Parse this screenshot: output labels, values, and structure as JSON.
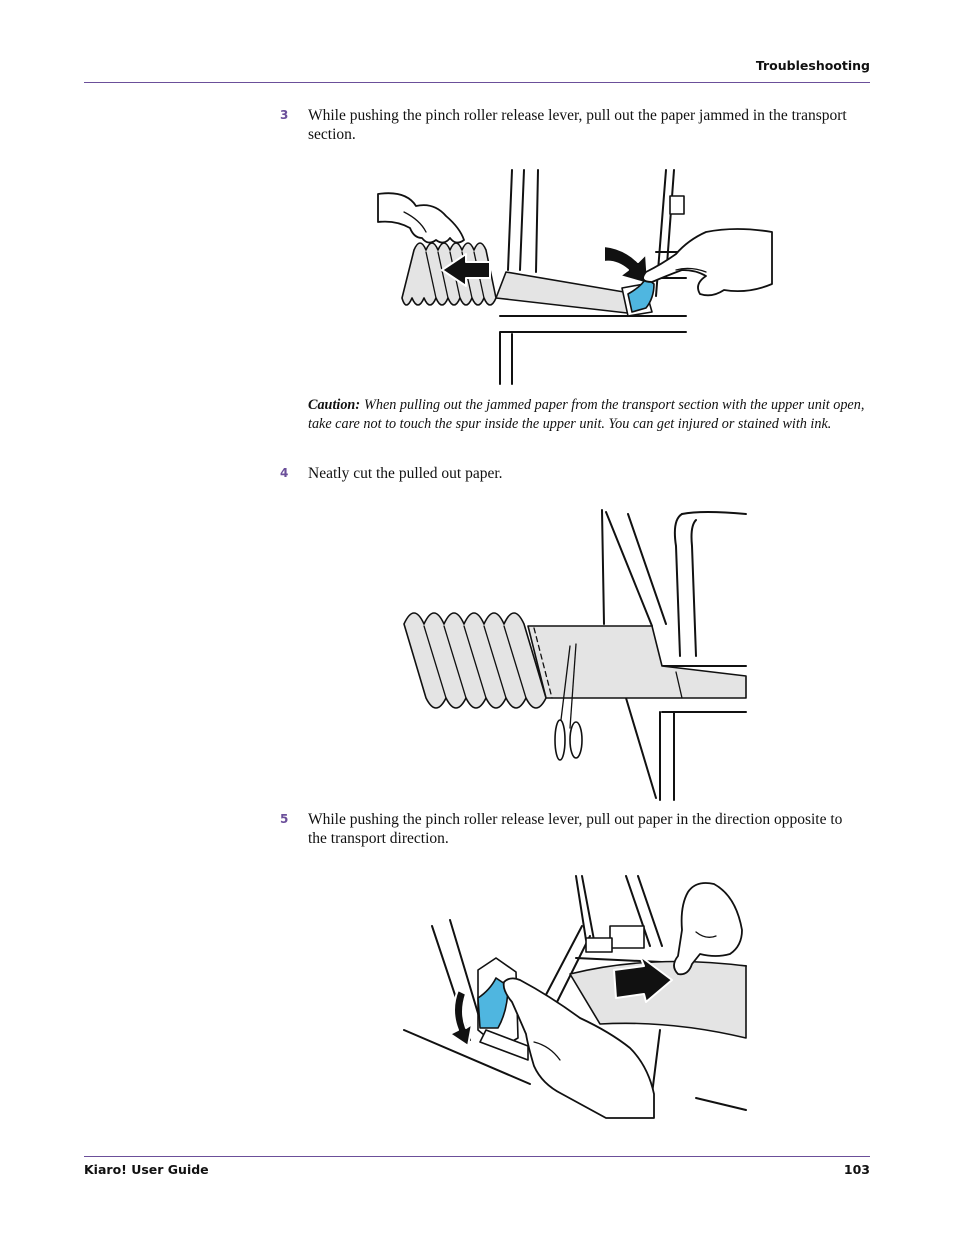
{
  "header": {
    "section": "Troubleshooting"
  },
  "steps": [
    {
      "number": "3",
      "text": "While pushing the pinch roller release lever, pull out the paper jammed in the transport section."
    },
    {
      "number": "4",
      "text": "Neatly cut the pulled out paper."
    },
    {
      "number": "5",
      "text": "While pushing the pinch roller release lever, pull out paper in the direction opposite to the transport direction."
    }
  ],
  "caution": {
    "label": "Caution:",
    "text": "When pulling out the jammed paper from the transport section with the upper unit open, take care not to touch the spur inside the upper unit. You can get injured or stained with ink."
  },
  "footer": {
    "guide": "Kiaro! User Guide",
    "page": "103"
  },
  "colors": {
    "accent": "#6b4f9a",
    "lever": "#4fb6e0",
    "paper": "#e4e4e4"
  }
}
